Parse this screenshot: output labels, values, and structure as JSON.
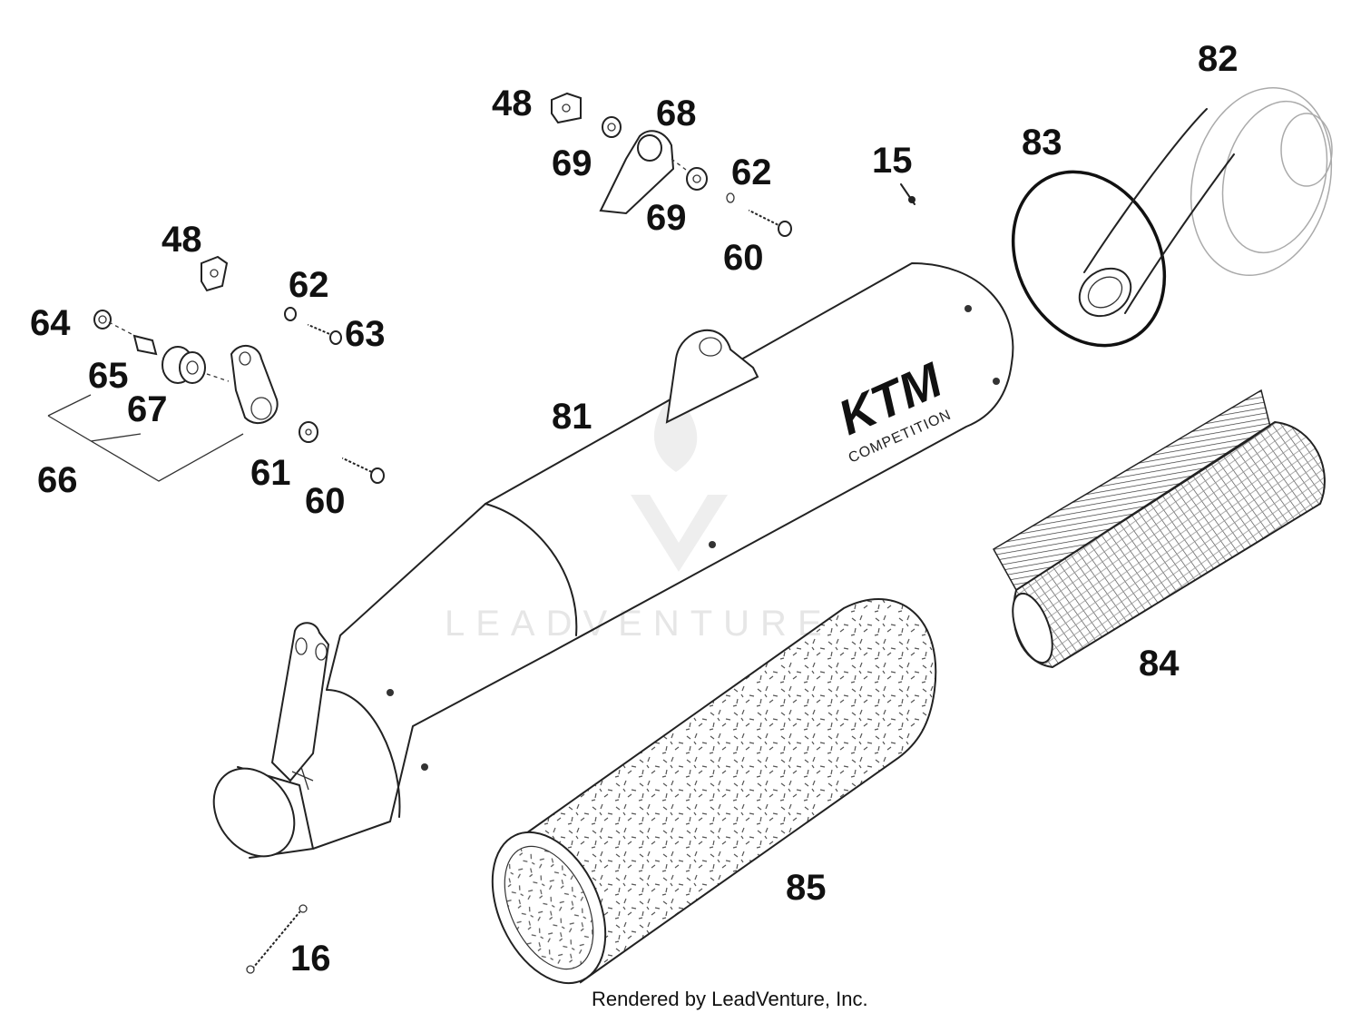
{
  "callouts": {
    "c48a": "48",
    "c69a": "69",
    "c68": "68",
    "c69b": "69",
    "c62a": "62",
    "c60a": "60",
    "c15": "15",
    "c82": "82",
    "c83": "83",
    "c48b": "48",
    "c62b": "62",
    "c63": "63",
    "c64": "64",
    "c65": "65",
    "c67": "67",
    "c66": "66",
    "c61": "61",
    "c60b": "60",
    "c81": "81",
    "c84": "84",
    "c85": "85",
    "c16": "16"
  },
  "brand": {
    "logo": "KTM",
    "subtitle": "COMPETITION"
  },
  "watermark": {
    "text": "LEADVENTURE"
  },
  "credit": "Rendered by LeadVenture, Inc.",
  "colors": {
    "line": "#222222",
    "watermark": "#e6e6e6"
  }
}
